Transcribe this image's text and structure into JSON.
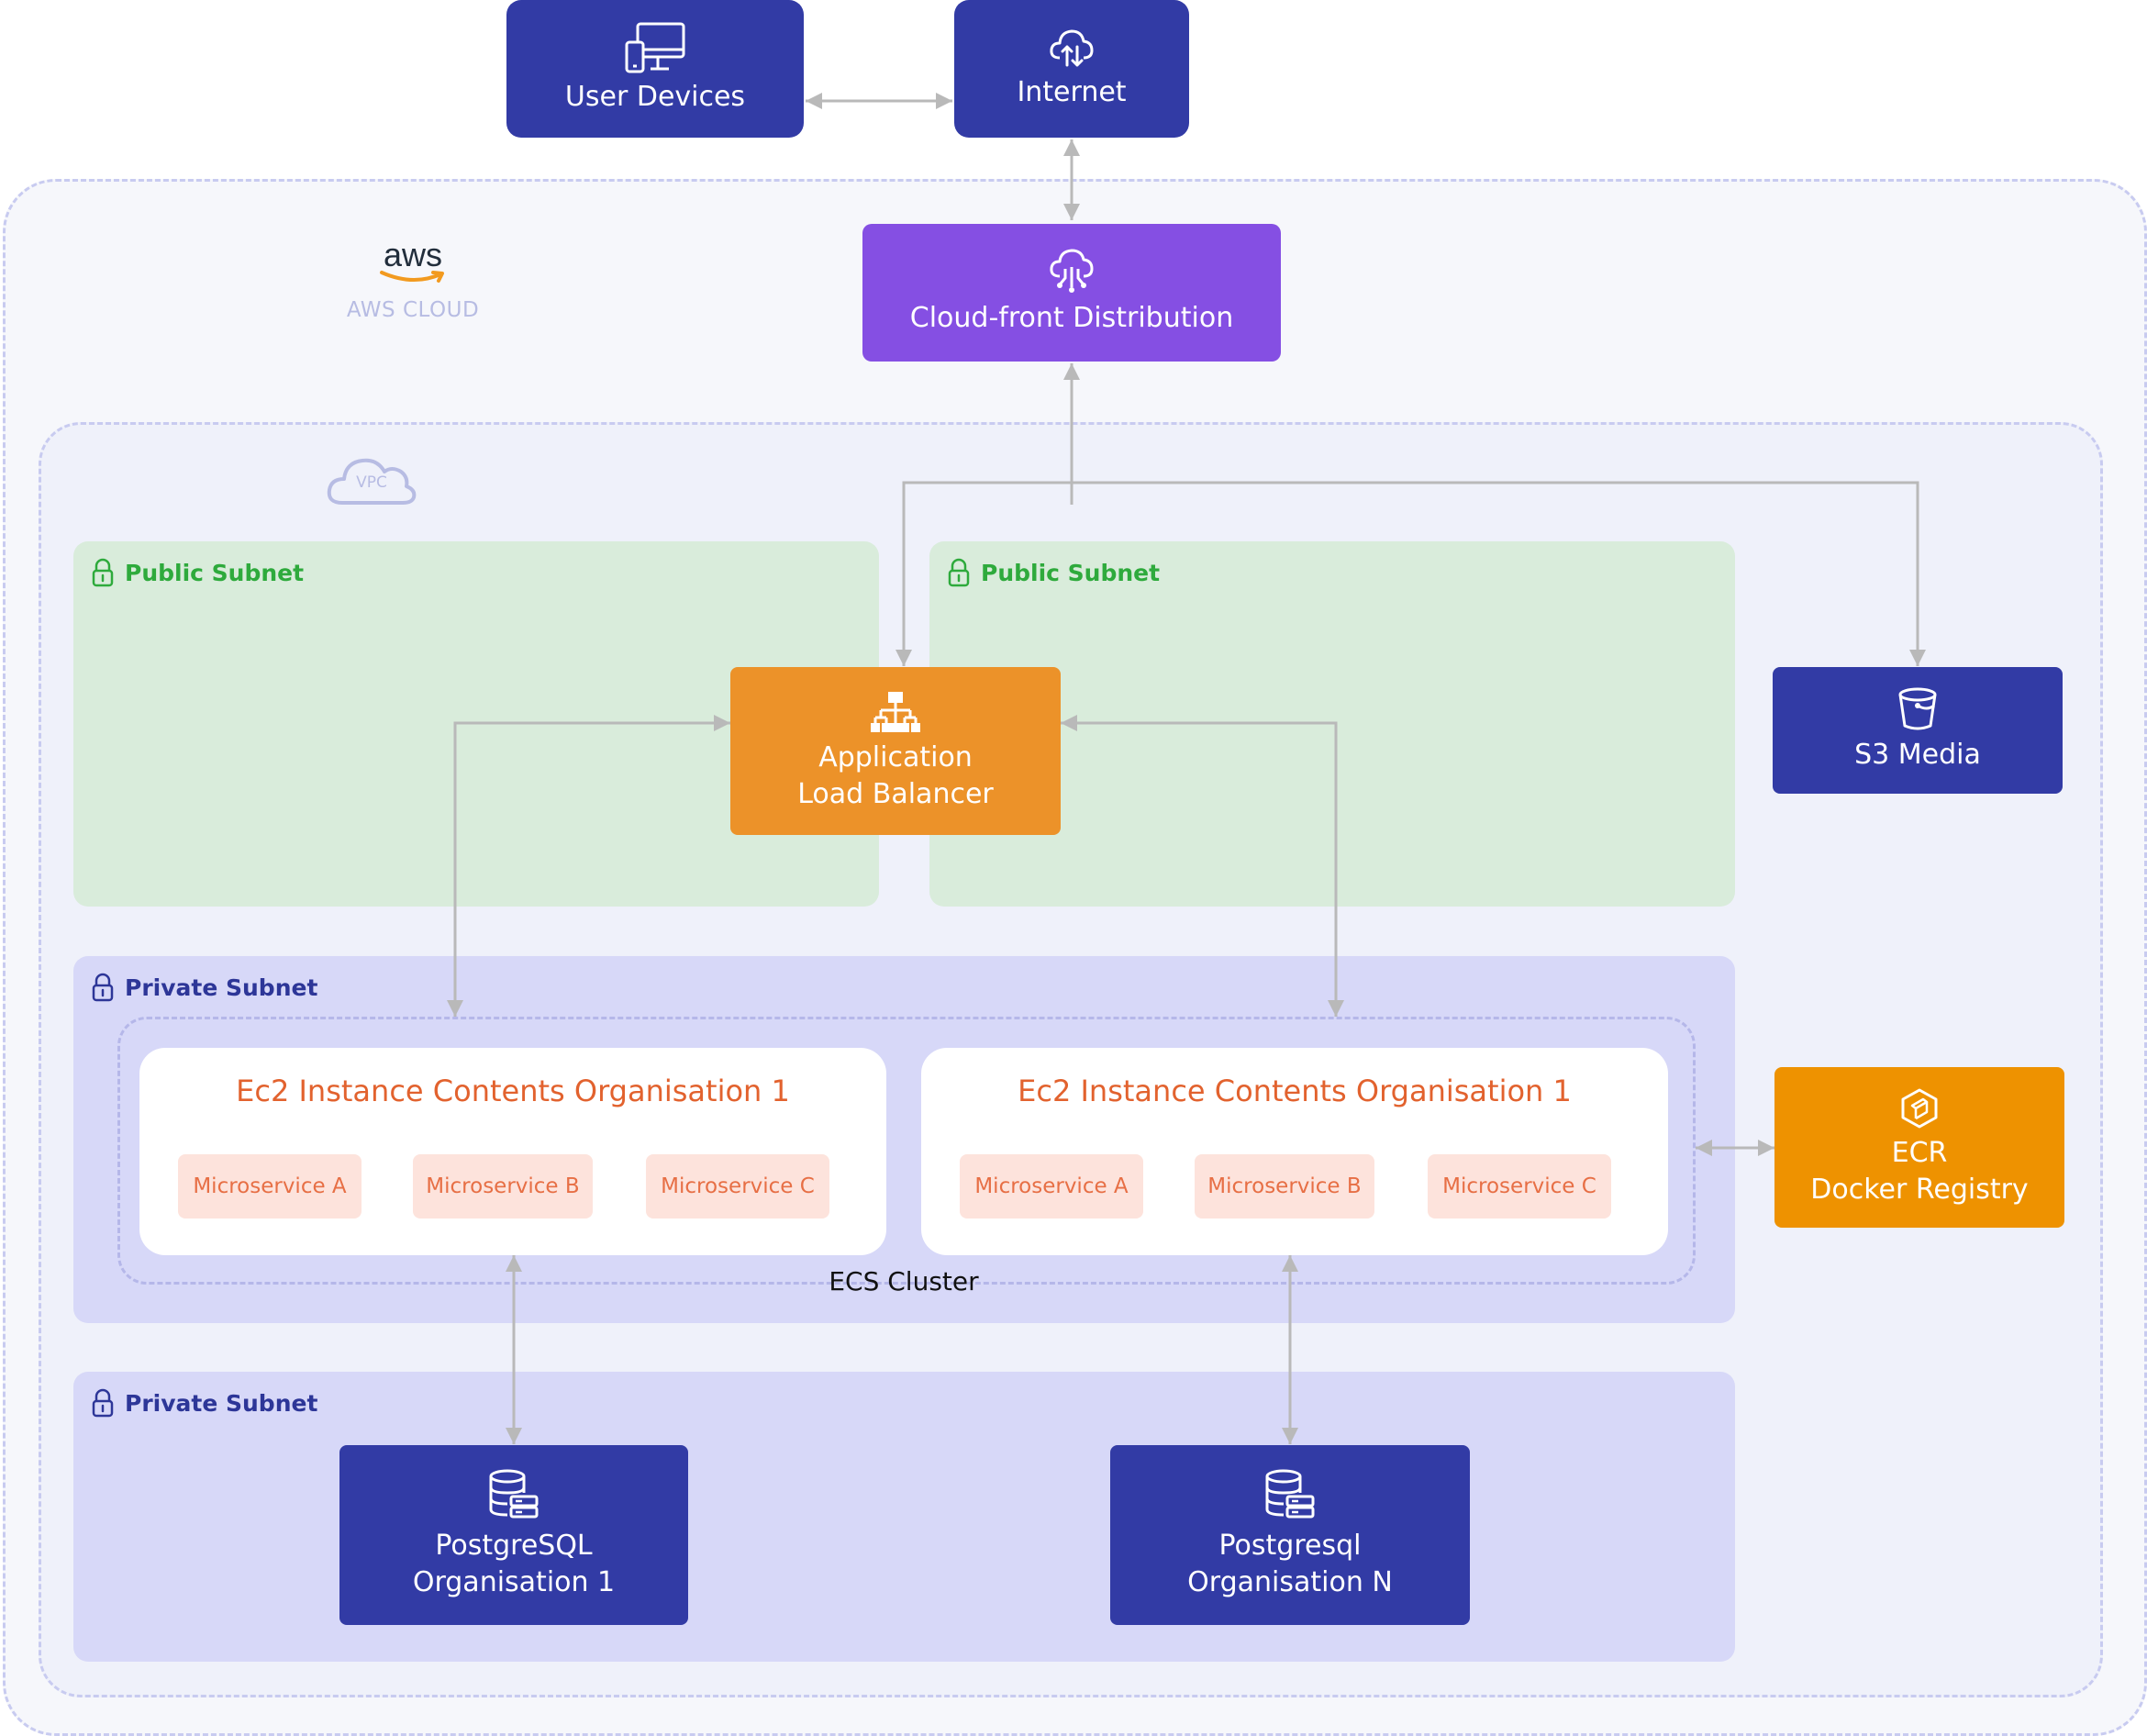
{
  "nodes": {
    "user_devices": "User Devices",
    "internet": "Internet",
    "cloudfront": "Cloud-front Distribution",
    "alb_line1": "Application",
    "alb_line2": "Load Balancer",
    "s3": "S3 Media",
    "ecr_line1": "ECR",
    "ecr_line2": "Docker Registry",
    "pg1_line1": "PostgreSQL",
    "pg1_line2": "Organisation 1",
    "pgn_line1": "Postgresql",
    "pgn_line2": "Organisation N"
  },
  "groups": {
    "aws_logo_text": "aws",
    "aws_cloud": "AWS CLOUD",
    "vpc": "VPC",
    "public_subnet_1": "Public Subnet",
    "public_subnet_2": "Public Subnet",
    "private_subnet_1": "Private Subnet",
    "private_subnet_2": "Private Subnet",
    "ecs_cluster": "ECS Cluster"
  },
  "ec2_instances": [
    {
      "title": "Ec2 Instance Contents Organisation 1",
      "services": [
        "Microservice A",
        "Microservice B",
        "Microservice C"
      ]
    },
    {
      "title": "Ec2 Instance Contents Organisation 1",
      "services": [
        "Microservice A",
        "Microservice B",
        "Microservice C"
      ]
    }
  ],
  "colors": {
    "navy_node": "#323ba5",
    "purple_node": "#854fe3",
    "orange_node": "#ec9229",
    "ecr_node": "#ee9200",
    "public_subnet": "#d9ecdb",
    "private_subnet": "#d7d8f8",
    "connector": "#b9b9b9"
  },
  "icons": {
    "user_devices": "devices-icon",
    "internet": "cloud-transfer-icon",
    "cloudfront": "cloud-network-icon",
    "alb": "hierarchy-icon",
    "s3": "bucket-icon",
    "ecr": "cube-icon",
    "postgres": "database-server-icon",
    "subnet": "lock-icon",
    "vpc": "cloud-icon"
  }
}
